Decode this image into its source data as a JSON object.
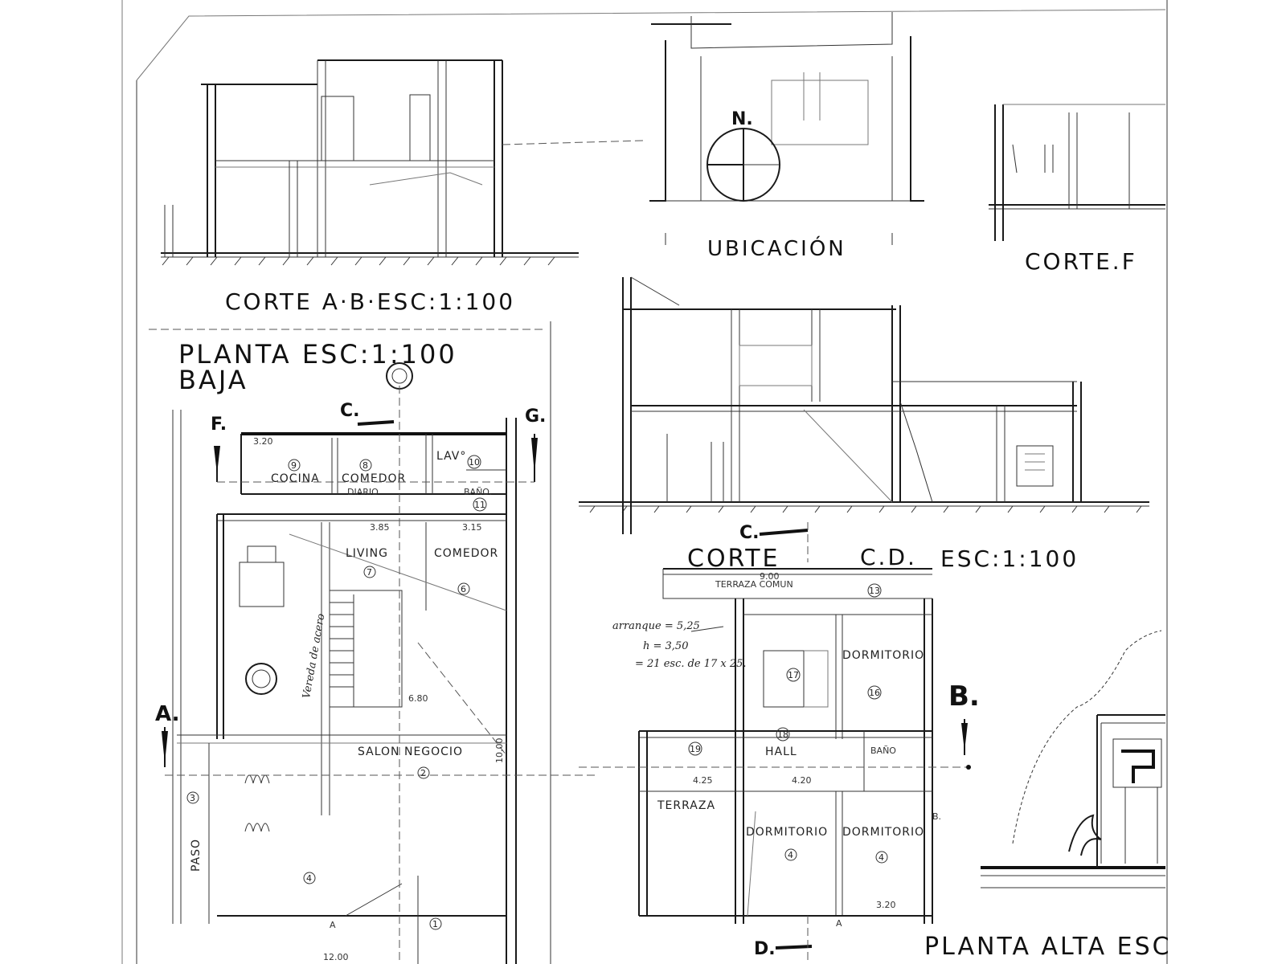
{
  "titles": {
    "corte_ab": "CORTE A·B·ESC:1:100",
    "planta_baja_1": "PLANTA ESC:1:100",
    "planta_baja_2": "BAJA",
    "ubicacion": "UBICACIÓN",
    "corte_f": "CORTE.F",
    "corte_cd_1": "CORTE",
    "corte_cd_2": "C.D.",
    "corte_cd_3": "ESC:1:100",
    "planta_alta": "PLANTA ALTA ESC"
  },
  "north": "N.",
  "markers": {
    "A_left": "A.",
    "B_right": "B.",
    "C_top": "C.",
    "C_mid": "C.",
    "D_bottom": "D.",
    "F": "F.",
    "G": "G.",
    "A_low1": "A",
    "A_low2": "A",
    "B_small": "B."
  },
  "ground_rooms": {
    "cocina": "COCINA",
    "comedor_diario_1": "COMEDOR",
    "comedor_diario_2": "DIARIO",
    "lav": "LAV°",
    "bano": "BAÑO.",
    "living": "LIVING",
    "comedor": "COMEDOR",
    "salon": "SALON NEGOCIO",
    "paso": "PASO",
    "vereda": "Vereda de acero"
  },
  "upper_rooms": {
    "terraza_comun": "TERRAZA COMUN",
    "dormitorio_1": "DORMITORIO",
    "hall": "HALL",
    "bano": "BAÑO",
    "terraza": "TERRAZA",
    "dormitorio_2": "DORMITORIO",
    "dormitorio_3": "DORMITORIO"
  },
  "room_numbers": {
    "n9": "9",
    "n8": "8",
    "n10": "10",
    "n11": "11",
    "n7": "7",
    "n6": "6",
    "n2": "2",
    "n3": "3",
    "n1": "1",
    "n4": "4",
    "n13": "13",
    "n16": "16",
    "n17": "17",
    "n18": "18",
    "n19": "19",
    "n4a": "4",
    "n4b": "4"
  },
  "dimensions": {
    "d_3_20": "3.20",
    "d_3_85": "3.85",
    "d_3_15": "3.15",
    "d_6_80": "6.80",
    "d_10": "10.00",
    "d_4_25": "4.25",
    "d_4_20": "4.20",
    "d_3_20b": "3.20",
    "d_9_00": "9.00",
    "d_12": "12.00"
  },
  "stair_note": {
    "line1": "arranque = 5,25",
    "line2": "h = 3,50",
    "line3": "= 21 esc. de 17 x 25."
  }
}
